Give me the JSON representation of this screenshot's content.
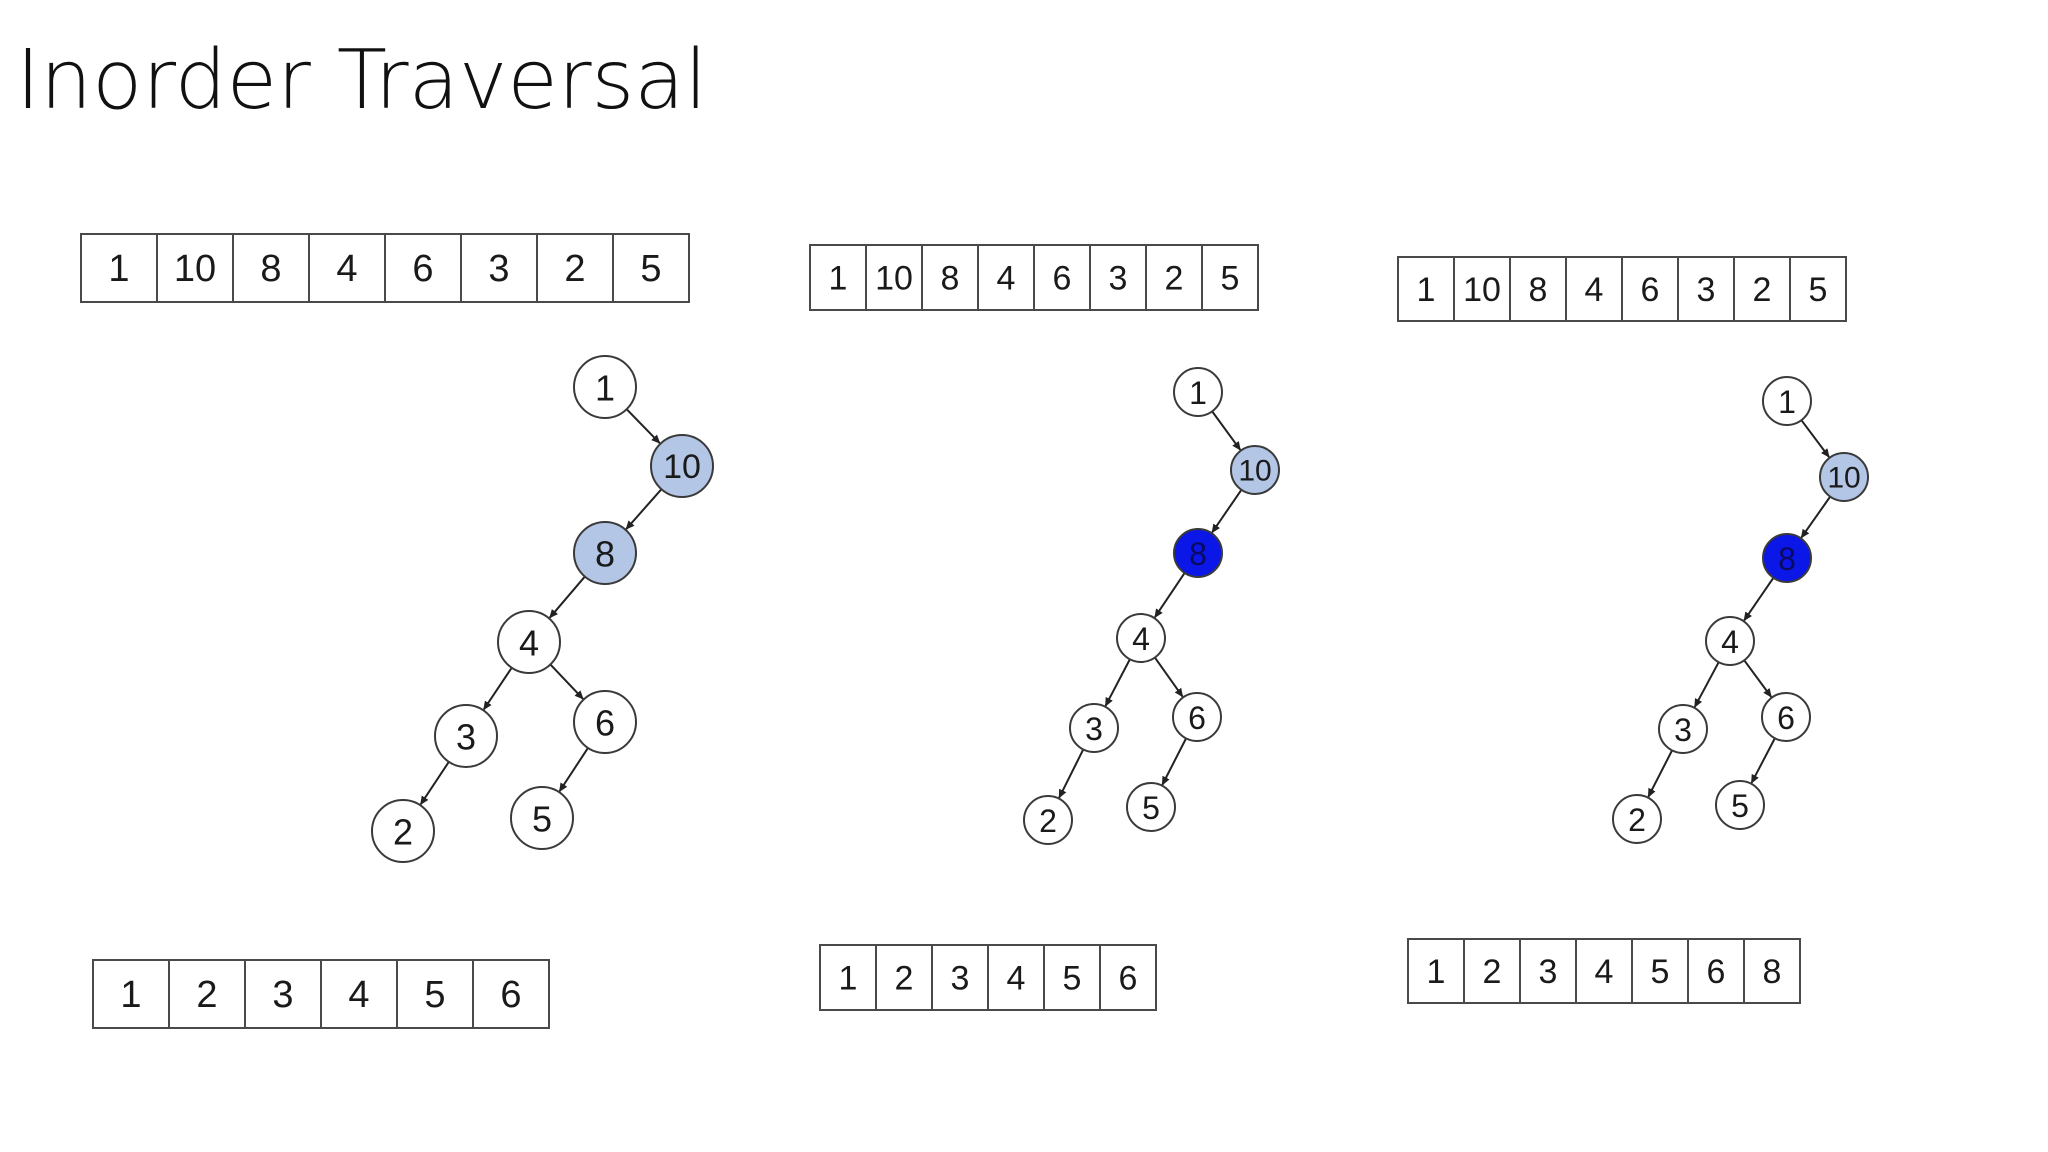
{
  "slide": {
    "title": "Inorder Traversal"
  },
  "colors": {
    "node_default": "#ffffff",
    "node_visited": "#b3c6e6",
    "node_current": "#0a17e6",
    "cell_border": "#4a4a4a",
    "text": "#1a1a1a"
  },
  "panels": [
    {
      "input_array": [
        "1",
        "10",
        "8",
        "4",
        "6",
        "3",
        "2",
        "5"
      ],
      "output_array": [
        "1",
        "2",
        "3",
        "4",
        "5",
        "6"
      ],
      "tree": {
        "nodes": [
          {
            "id": "n1",
            "label": "1",
            "state": "default"
          },
          {
            "id": "n10",
            "label": "10",
            "state": "visited"
          },
          {
            "id": "n8",
            "label": "8",
            "state": "visited"
          },
          {
            "id": "n4",
            "label": "4",
            "state": "default"
          },
          {
            "id": "n3",
            "label": "3",
            "state": "default"
          },
          {
            "id": "n6",
            "label": "6",
            "state": "default"
          },
          {
            "id": "n2",
            "label": "2",
            "state": "default"
          },
          {
            "id": "n5",
            "label": "5",
            "state": "default"
          }
        ],
        "edges": [
          [
            "n1",
            "n10"
          ],
          [
            "n10",
            "n8"
          ],
          [
            "n8",
            "n4"
          ],
          [
            "n4",
            "n3"
          ],
          [
            "n4",
            "n6"
          ],
          [
            "n3",
            "n2"
          ],
          [
            "n6",
            "n5"
          ]
        ]
      }
    },
    {
      "input_array": [
        "1",
        "10",
        "8",
        "4",
        "6",
        "3",
        "2",
        "5"
      ],
      "output_array": [
        "1",
        "2",
        "3",
        "4",
        "5",
        "6"
      ],
      "tree": {
        "nodes": [
          {
            "id": "n1",
            "label": "1",
            "state": "default"
          },
          {
            "id": "n10",
            "label": "10",
            "state": "visited"
          },
          {
            "id": "n8",
            "label": "8",
            "state": "current"
          },
          {
            "id": "n4",
            "label": "4",
            "state": "default"
          },
          {
            "id": "n3",
            "label": "3",
            "state": "default"
          },
          {
            "id": "n6",
            "label": "6",
            "state": "default"
          },
          {
            "id": "n2",
            "label": "2",
            "state": "default"
          },
          {
            "id": "n5",
            "label": "5",
            "state": "default"
          }
        ],
        "edges": [
          [
            "n1",
            "n10"
          ],
          [
            "n10",
            "n8"
          ],
          [
            "n8",
            "n4"
          ],
          [
            "n4",
            "n3"
          ],
          [
            "n4",
            "n6"
          ],
          [
            "n3",
            "n2"
          ],
          [
            "n6",
            "n5"
          ]
        ]
      }
    },
    {
      "input_array": [
        "1",
        "10",
        "8",
        "4",
        "6",
        "3",
        "2",
        "5"
      ],
      "output_array": [
        "1",
        "2",
        "3",
        "4",
        "5",
        "6",
        "8"
      ],
      "tree": {
        "nodes": [
          {
            "id": "n1",
            "label": "1",
            "state": "default"
          },
          {
            "id": "n10",
            "label": "10",
            "state": "visited"
          },
          {
            "id": "n8",
            "label": "8",
            "state": "current"
          },
          {
            "id": "n4",
            "label": "4",
            "state": "default"
          },
          {
            "id": "n3",
            "label": "3",
            "state": "default"
          },
          {
            "id": "n6",
            "label": "6",
            "state": "default"
          },
          {
            "id": "n2",
            "label": "2",
            "state": "default"
          },
          {
            "id": "n5",
            "label": "5",
            "state": "default"
          }
        ],
        "edges": [
          [
            "n1",
            "n10"
          ],
          [
            "n10",
            "n8"
          ],
          [
            "n8",
            "n4"
          ],
          [
            "n4",
            "n3"
          ],
          [
            "n4",
            "n6"
          ],
          [
            "n3",
            "n2"
          ],
          [
            "n6",
            "n5"
          ]
        ]
      }
    }
  ]
}
